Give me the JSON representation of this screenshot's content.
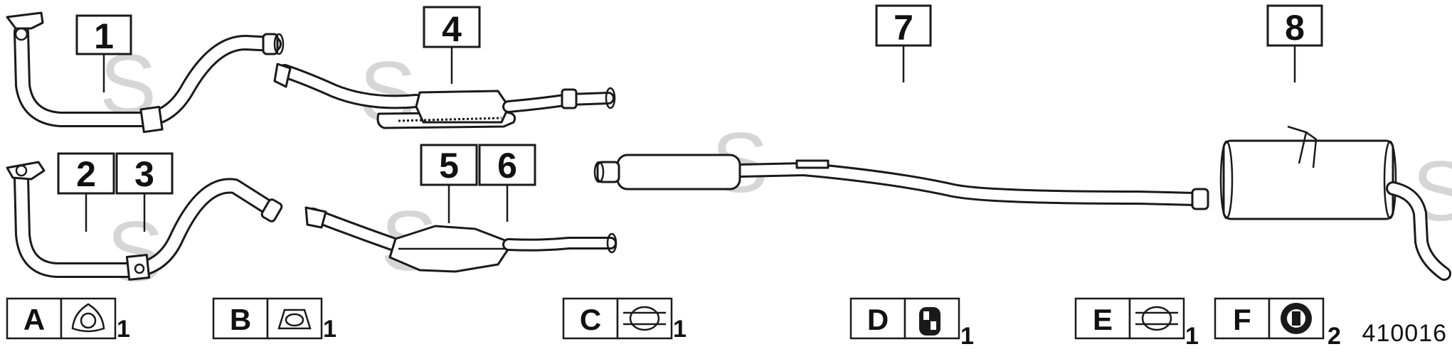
{
  "diagram": {
    "part_labels": [
      {
        "id": "1",
        "text": "1"
      },
      {
        "id": "2",
        "text": "2"
      },
      {
        "id": "3",
        "text": "3"
      },
      {
        "id": "4",
        "text": "4"
      },
      {
        "id": "5",
        "text": "5"
      },
      {
        "id": "6",
        "text": "6"
      },
      {
        "id": "7",
        "text": "7"
      },
      {
        "id": "8",
        "text": "8"
      }
    ],
    "accessories": [
      {
        "letter": "A",
        "qty": "1",
        "icon": "gasket-triangle-icon"
      },
      {
        "letter": "B",
        "qty": "1",
        "icon": "gasket-ring-icon"
      },
      {
        "letter": "C",
        "qty": "1",
        "icon": "pipe-clamp-icon"
      },
      {
        "letter": "D",
        "qty": "1",
        "icon": "rubber-mount-icon"
      },
      {
        "letter": "E",
        "qty": "1",
        "icon": "pipe-clamp-icon"
      },
      {
        "letter": "F",
        "qty": "2",
        "icon": "rubber-hanger-icon"
      }
    ],
    "watermark": "S",
    "diagram_code": "410016",
    "colors": {
      "line": "#1a1a1a",
      "watermark": "#d6d6d6",
      "background": "#ffffff"
    }
  }
}
